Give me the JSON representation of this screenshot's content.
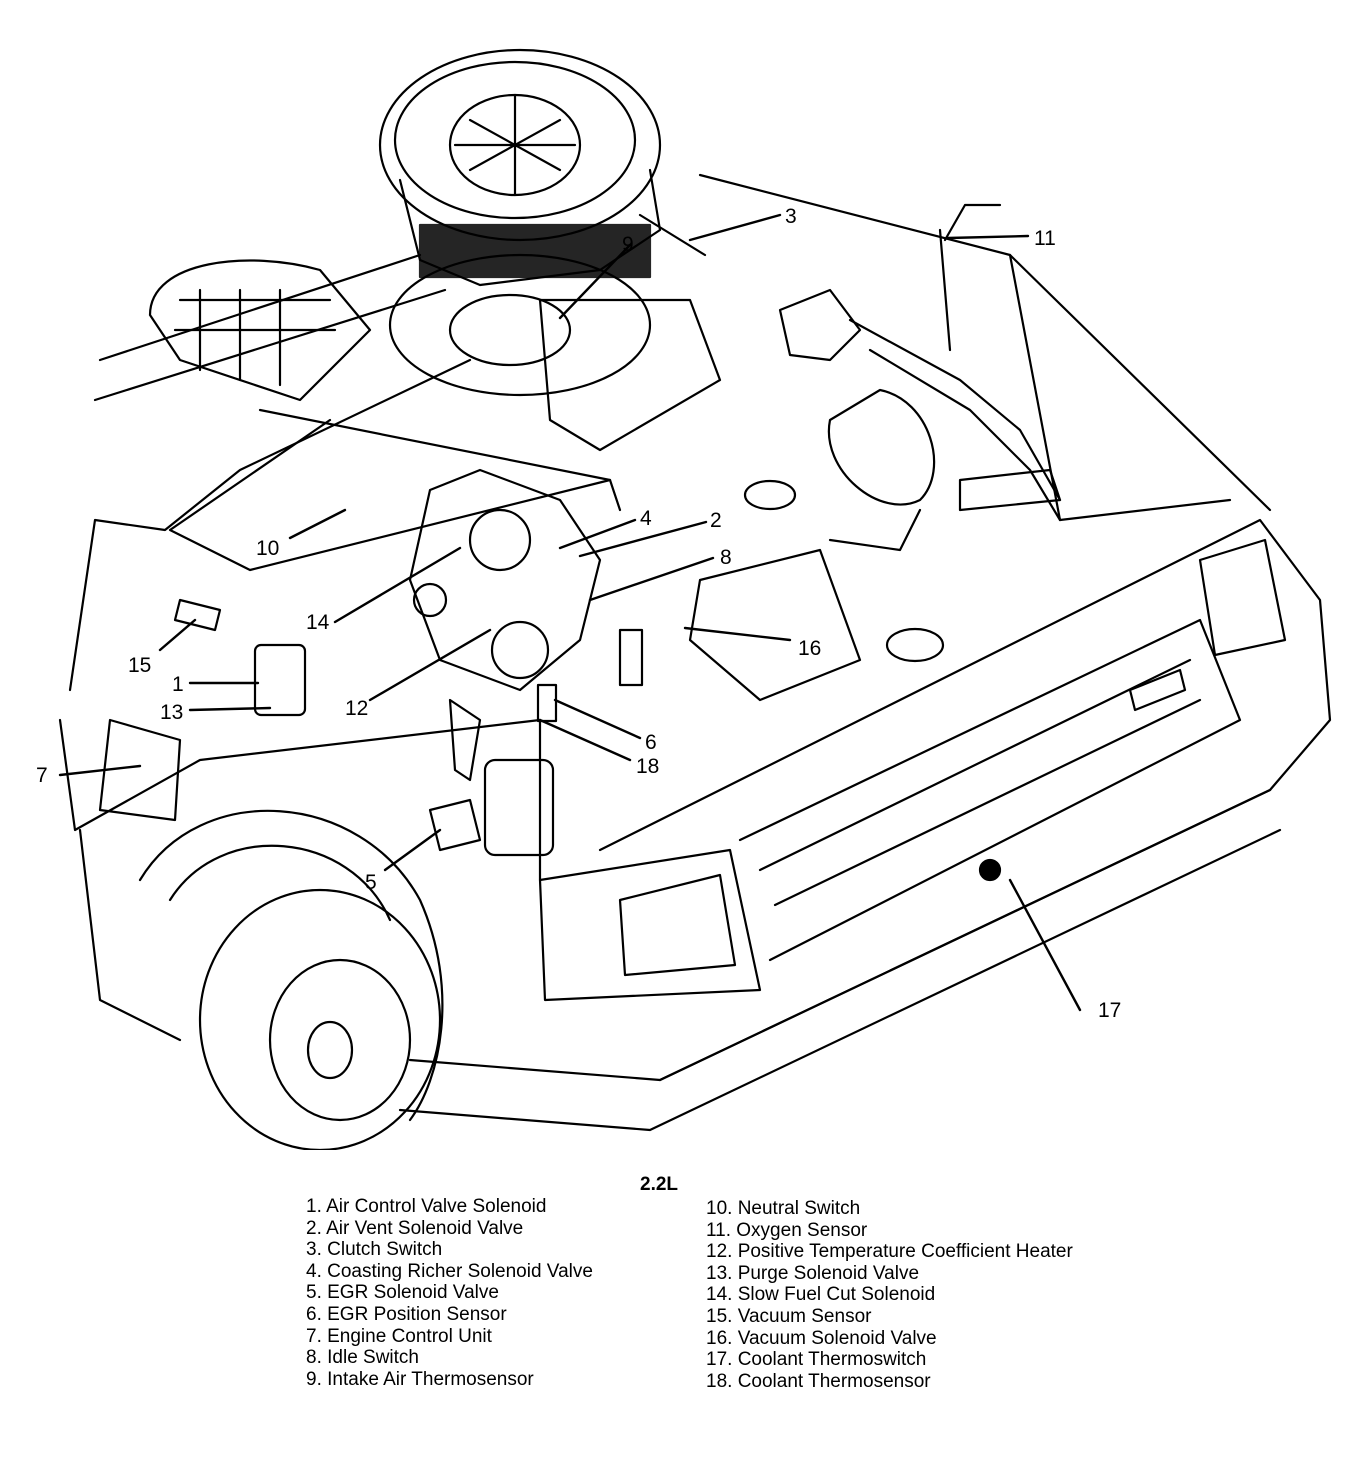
{
  "title": "2.2L",
  "callouts": [
    "1",
    "2",
    "3",
    "4",
    "5",
    "6",
    "7",
    "8",
    "9",
    "10",
    "11",
    "12",
    "13",
    "14",
    "15",
    "16",
    "17",
    "18"
  ],
  "legend_left": [
    "1. Air Control Valve Solenoid",
    "2. Air Vent Solenoid Valve",
    "3. Clutch Switch",
    "4. Coasting Richer Solenoid Valve",
    "5. EGR Solenoid Valve",
    "6. EGR Position Sensor",
    "7. Engine Control Unit",
    "8. Idle Switch",
    "9. Intake Air Thermosensor"
  ],
  "legend_right": [
    "10. Neutral Switch",
    "11. Oxygen Sensor",
    "12. Positive Temperature Coefficient Heater",
    "13. Purge Solenoid Valve",
    "14. Slow Fuel Cut Solenoid",
    "15. Vacuum Sensor",
    "16. Vacuum Solenoid Valve",
    "17. Coolant Thermoswitch",
    "18. Coolant Thermosensor"
  ],
  "colors": {
    "ink": "#000000",
    "paper": "#ffffff"
  }
}
